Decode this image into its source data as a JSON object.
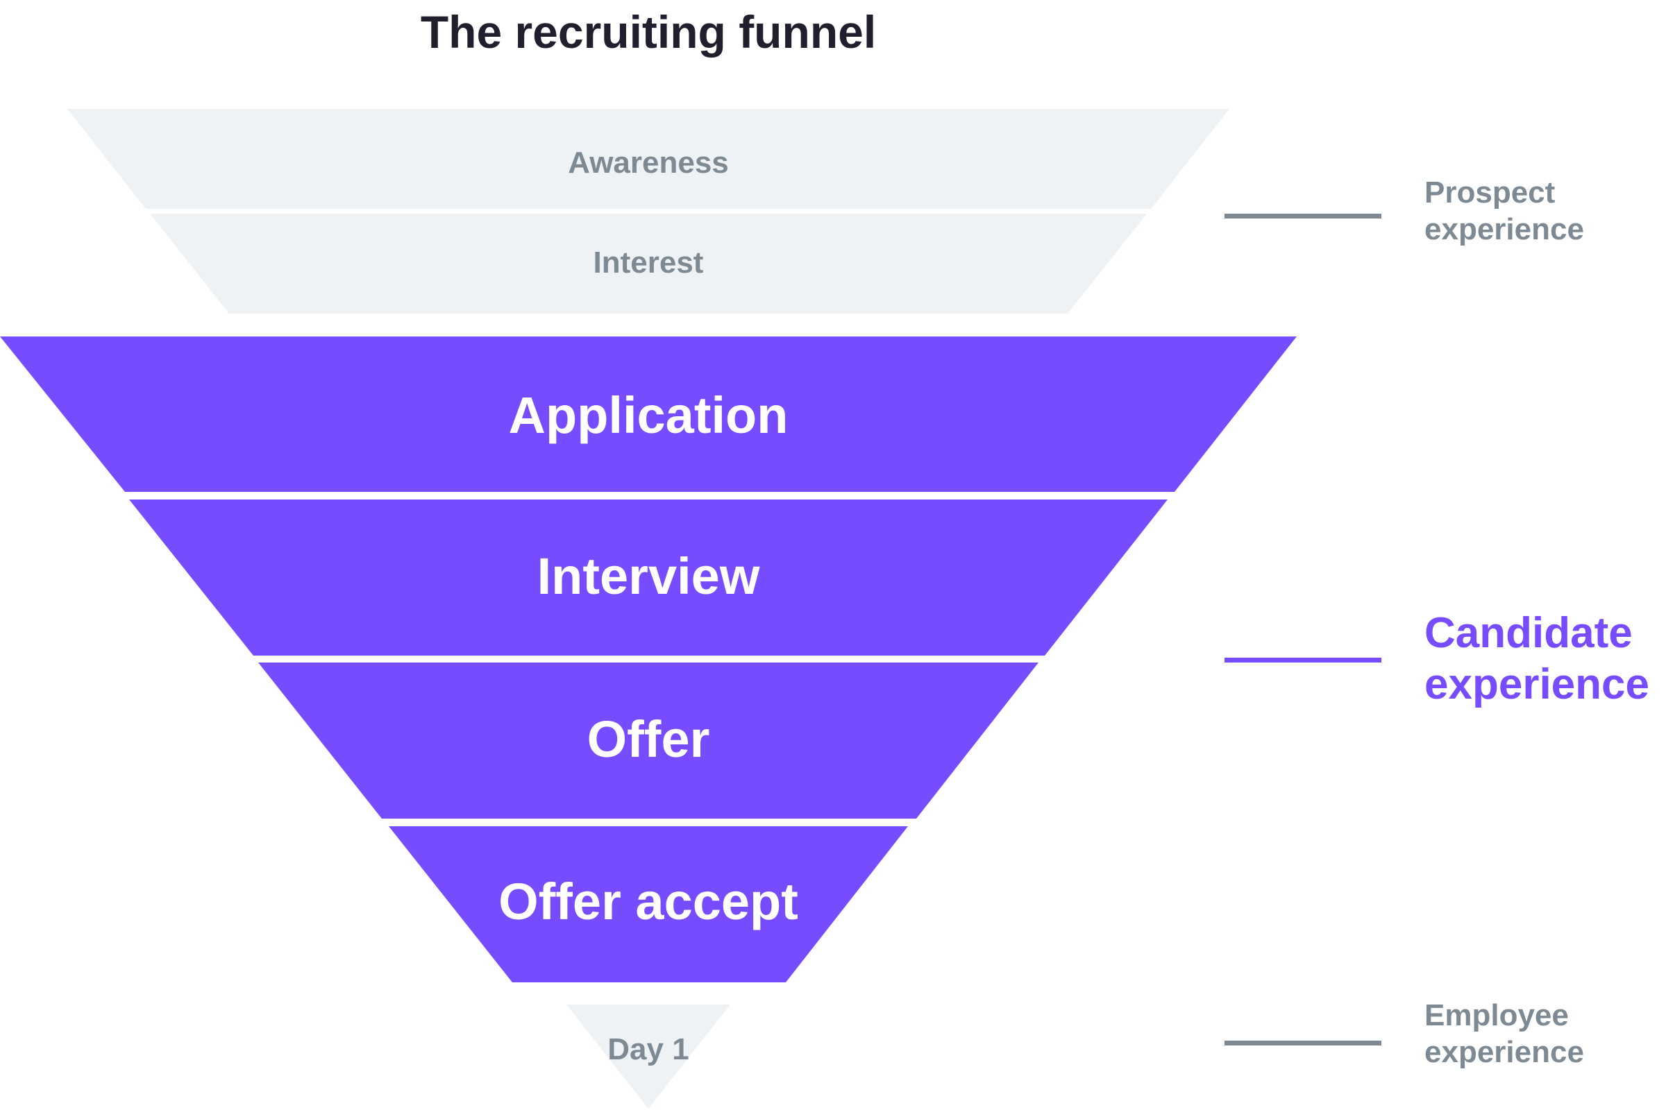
{
  "title": "The recruiting funnel",
  "stages": {
    "awareness": "Awareness",
    "interest": "Interest",
    "application": "Application",
    "interview": "Interview",
    "offer": "Offer",
    "offer_accept": "Offer accept",
    "day1": "Day 1"
  },
  "groups": {
    "prospect": {
      "line1": "Prospect",
      "line2": "experience",
      "color": "#7d8a94"
    },
    "candidate": {
      "line1": "Candidate",
      "line2": "experience",
      "color": "#774cff"
    },
    "employee": {
      "line1": "Employee",
      "line2": "experience",
      "color": "#7d8a94"
    }
  },
  "colors": {
    "light_stage": "#eff2f4",
    "dark_stage": "#774cff",
    "light_text": "#7d8a94",
    "title_text": "#1f1f2e"
  }
}
